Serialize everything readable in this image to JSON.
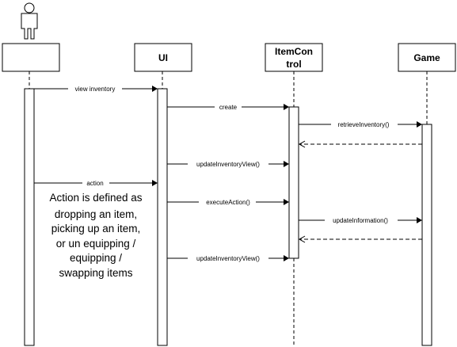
{
  "participants": [
    {
      "id": "user",
      "name": ""
    },
    {
      "id": "ui",
      "name": "UI"
    },
    {
      "id": "itemcontrol",
      "name_lines": [
        "ItemCon",
        "trol"
      ]
    },
    {
      "id": "game",
      "name": "Game"
    }
  ],
  "messages": [
    {
      "label": "view inventory",
      "from": "user",
      "to": "ui",
      "kind": "call"
    },
    {
      "label": "create",
      "from": "ui",
      "to": "itemcontrol",
      "kind": "call"
    },
    {
      "label": "retrieveInventory()",
      "from": "itemcontrol",
      "to": "game",
      "kind": "call"
    },
    {
      "label": "",
      "from": "game",
      "to": "itemcontrol",
      "kind": "return"
    },
    {
      "label": "updateInventoryView()",
      "from": "ui",
      "to": "itemcontrol",
      "kind": "call"
    },
    {
      "label": "action",
      "from": "user",
      "to": "ui",
      "kind": "call"
    },
    {
      "label": "executeAction()",
      "from": "ui",
      "to": "itemcontrol",
      "kind": "call"
    },
    {
      "label": "updateInformation()",
      "from": "itemcontrol",
      "to": "game",
      "kind": "call"
    },
    {
      "label": "",
      "from": "game",
      "to": "itemcontrol",
      "kind": "return"
    },
    {
      "label": "updateInventoryView()",
      "from": "ui",
      "to": "itemcontrol",
      "kind": "call"
    }
  ],
  "note": {
    "lines": [
      "Action is defined as",
      "dropping an item,",
      "picking up an item,",
      "or un equipping /",
      "equipping /",
      "swapping items"
    ]
  }
}
